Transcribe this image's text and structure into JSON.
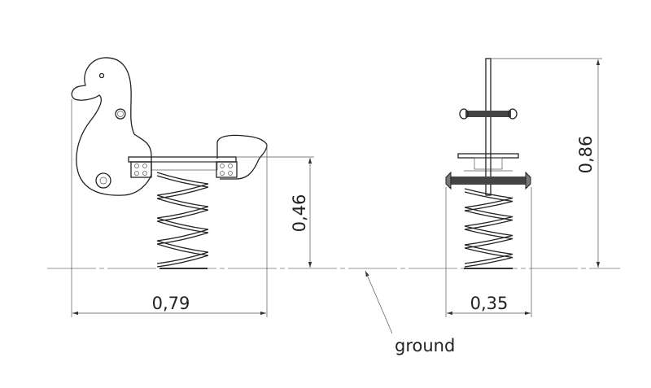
{
  "dimensions": {
    "side_width": "0,79",
    "seat_height": "0,46",
    "front_width": "0,35",
    "total_height": "0,86"
  },
  "labels": {
    "ground": "ground"
  }
}
